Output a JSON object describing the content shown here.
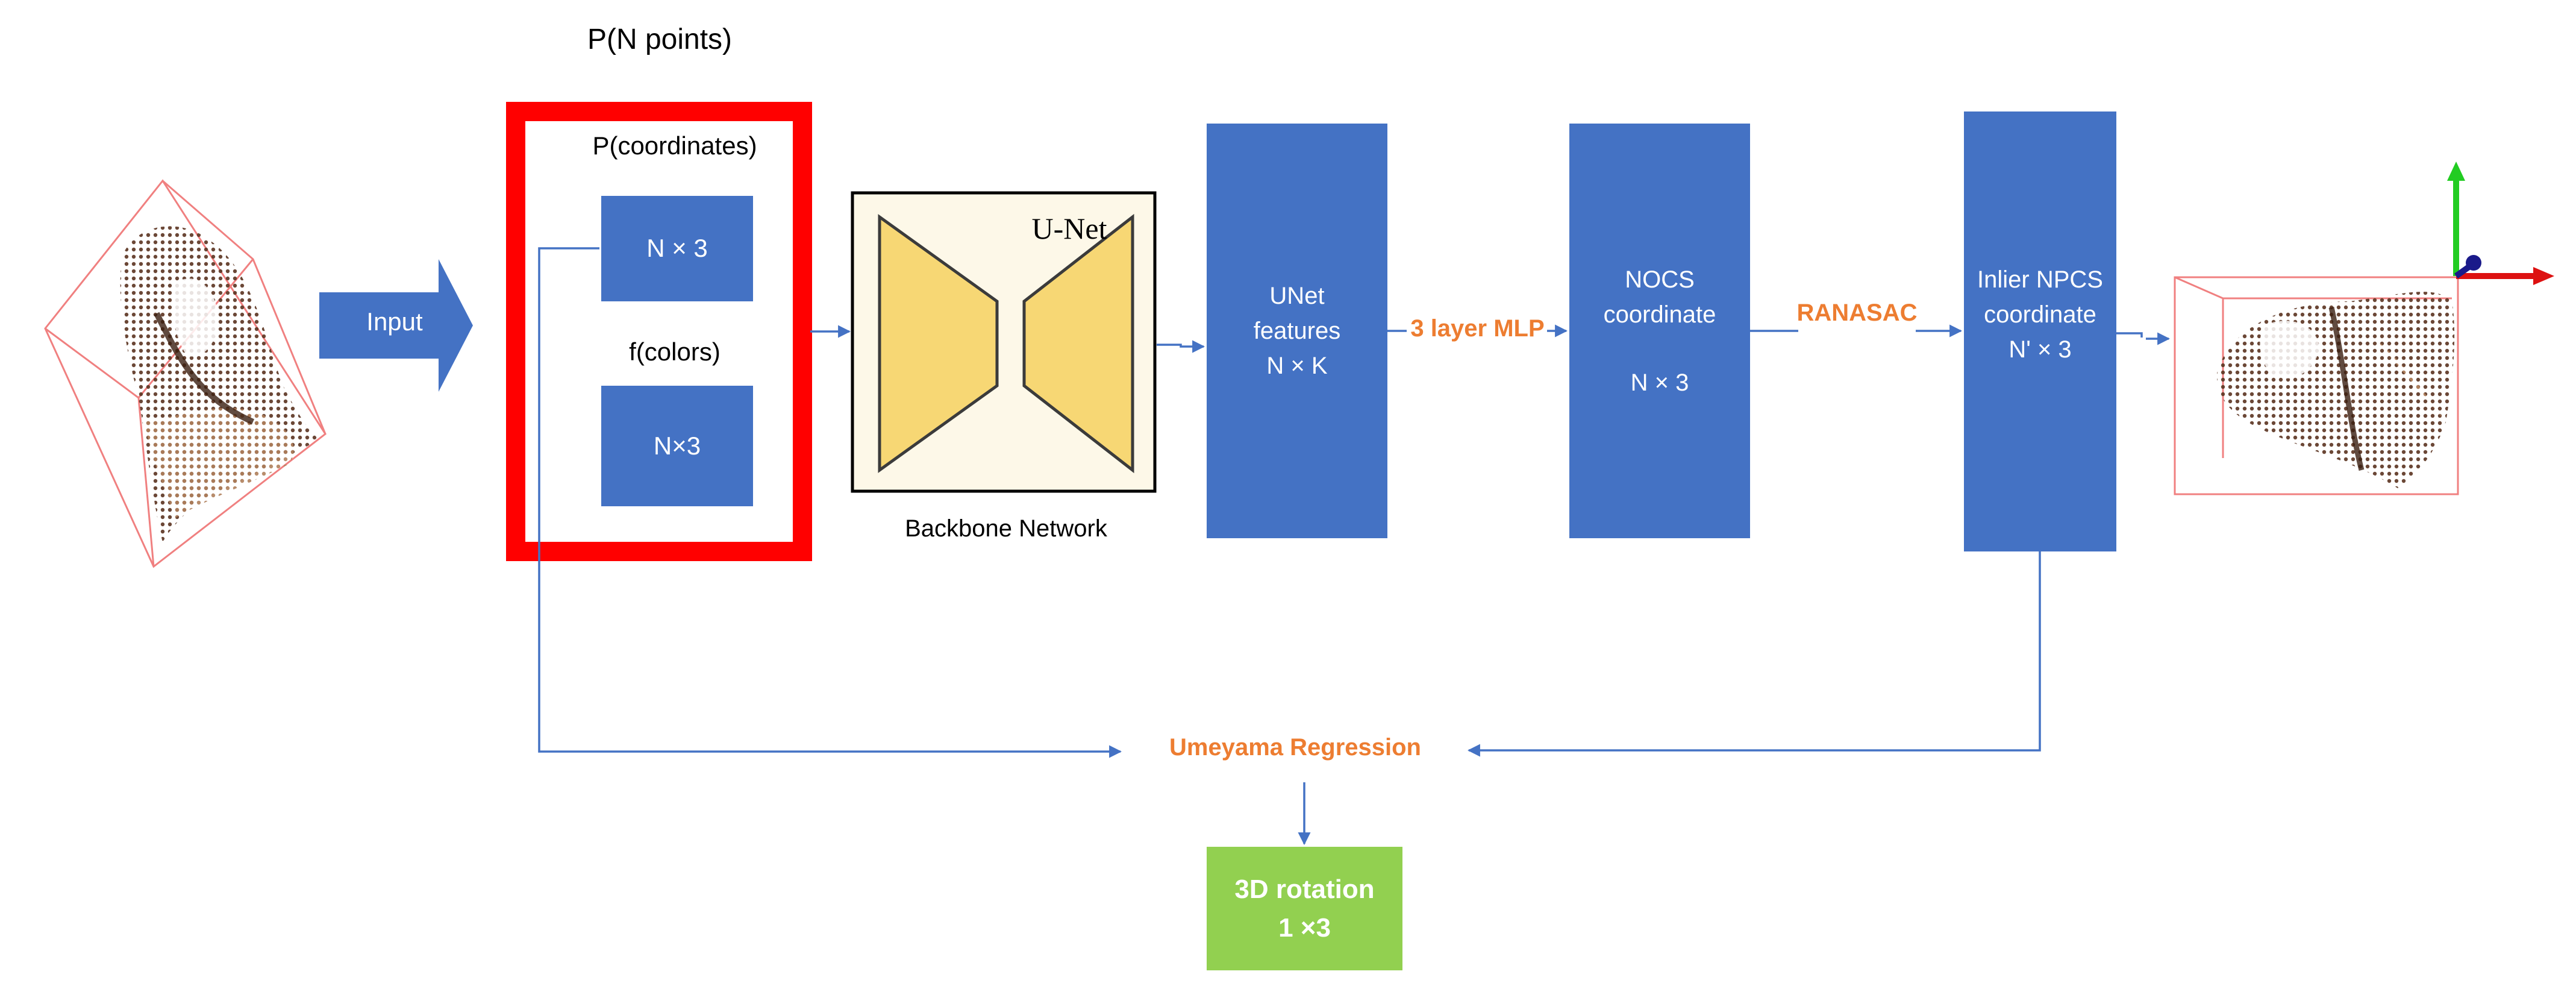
{
  "title": "P(N points)",
  "input_label": "Input",
  "points_panel": {
    "coords_label": "P(coordinates)",
    "coords_value": "N × 3",
    "colors_label": "f(colors)",
    "colors_value": "N×3"
  },
  "backbone": {
    "unet_label": "U-Net",
    "caption": "Backbone Network"
  },
  "unet_features": {
    "line1": "UNet",
    "line2": "features",
    "line3": "N × K"
  },
  "mlp_label": "3 layer MLP",
  "nocs": {
    "line1": "NOCS",
    "line2": "coordinate",
    "line3": "N × 3"
  },
  "ransac_label": "RANASAC",
  "inlier": {
    "line1": "Inlier NPCS",
    "line2": "coordinate",
    "line3": "N' × 3"
  },
  "umeyama_label": "Umeyama Regression",
  "output": {
    "line1": "3D rotation",
    "line2": "1 ×3"
  },
  "colors": {
    "box_blue": "#4472c4",
    "arrow_blue": "#4472c4",
    "highlight_red": "#ff0000",
    "accent_orange": "#ed7d31",
    "output_green": "#92d050",
    "unet_yellow": "#f7d774",
    "unet_bg": "#fdf8e8"
  },
  "icons": [
    "input-point-cloud-icon",
    "output-point-cloud-icon",
    "xyz-axes-icon"
  ]
}
